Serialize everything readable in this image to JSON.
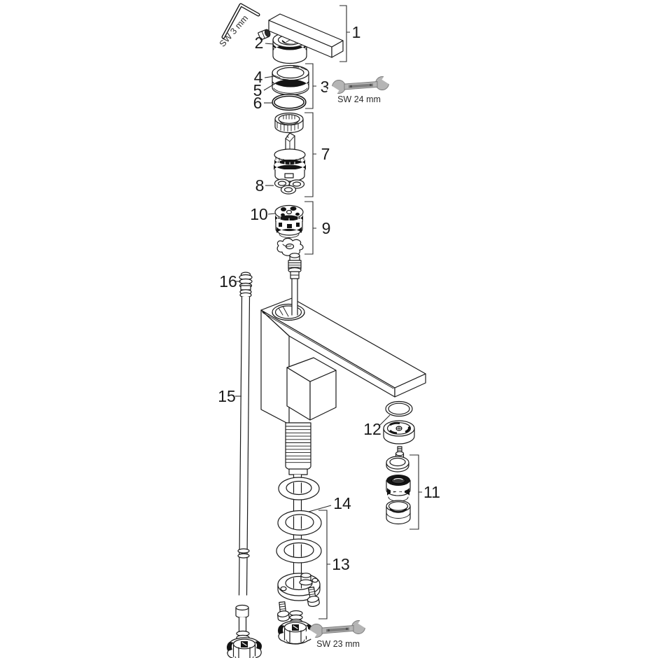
{
  "meta": {
    "description": "Exploded spare-parts diagram of a single-lever basin mixer faucet",
    "background": "#ffffff",
    "line_color": "#1a1a1a",
    "tool_fill": "#b5b5b5"
  },
  "labels": {
    "part1": "1",
    "part2": "2",
    "part3": "3",
    "part4": "4",
    "part5": "5",
    "part6": "6",
    "part7": "7",
    "part8": "8",
    "part9": "9",
    "part10": "10",
    "part11": "11",
    "part12": "12",
    "part13": "13",
    "part14": "14",
    "part15": "15",
    "part16": "16"
  },
  "tools": {
    "allen_key_label": "SW 3 mm",
    "upper_wrench_label": "SW 24 mm",
    "lower_wrench_label": "SW 23 mm"
  }
}
